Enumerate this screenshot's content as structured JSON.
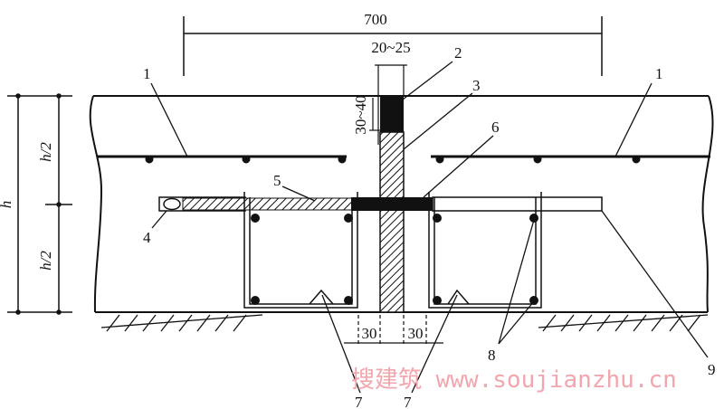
{
  "dimensions": {
    "overall_width": "700",
    "joint_width": "20~25",
    "seal_depth": "30~40",
    "offset_left": "30",
    "offset_right": "30",
    "height": "h",
    "half_height_top": "h/2",
    "half_height_bottom": "h/2"
  },
  "callouts": {
    "c1_left": "1",
    "c1_right": "1",
    "c2": "2",
    "c3": "3",
    "c4": "4",
    "c5": "5",
    "c6": "6",
    "c7_left": "7",
    "c7_right": "7",
    "c8": "8",
    "c9": "9"
  },
  "watermark": "搜建筑 www.soujianzhu.cn",
  "colors": {
    "line": "#111111",
    "watermark": "#f2a6ae"
  }
}
